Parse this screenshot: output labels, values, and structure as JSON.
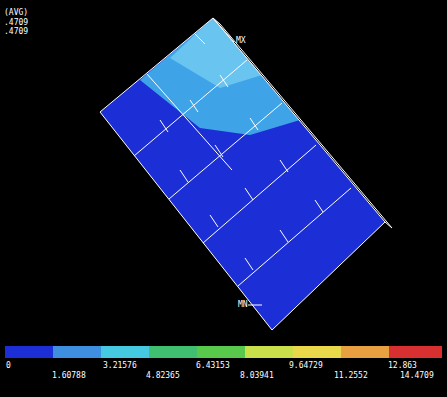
{
  "diagram": {
    "labels": [
      "(AVG)",
      ".4709",
      ".4709",
      "MX",
      "MN",
      "0",
      "3.21576",
      "6.43153",
      "9.64729",
      "12.863",
      "1.60788",
      "4.82365",
      "8.03941",
      "11.2552",
      "14.4709"
    ]
  }
}
